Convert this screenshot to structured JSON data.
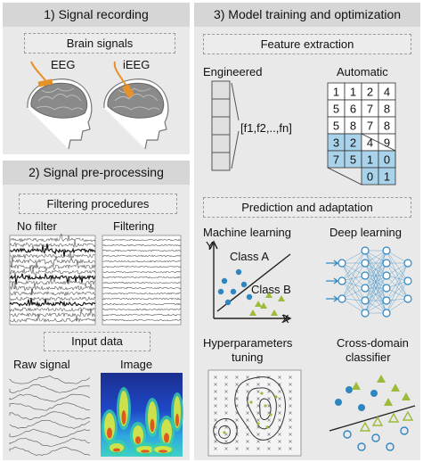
{
  "section1": {
    "title": "1) Signal recording",
    "subtitle": "Brain signals",
    "left_label": "EEG",
    "right_label": "iEEG"
  },
  "section2": {
    "title": "2) Signal pre-processing",
    "filtering_title": "Filtering procedures",
    "no_filter": "No filter",
    "filtering": "Filtering",
    "input_title": "Input data",
    "raw_signal": "Raw signal",
    "image": "Image"
  },
  "section3": {
    "title": "3) Model training and optimization",
    "feature_title": "Feature extraction",
    "engineered": "Engineered",
    "engineered_formula": "[f1,f2,..,fn]",
    "automatic": "Automatic",
    "matrix": [
      [
        "1",
        "1",
        "2",
        "4"
      ],
      [
        "5",
        "6",
        "7",
        "8"
      ],
      [
        "5",
        "8",
        "7",
        "8"
      ],
      [
        "3",
        "2",
        "4",
        "9"
      ],
      [
        "7",
        "5",
        "1",
        "0"
      ]
    ],
    "pooled": [
      [
        "1",
        "0"
      ],
      [
        "0",
        "1"
      ]
    ],
    "prediction_title": "Prediction and adaptation",
    "ml_label": "Machine learning",
    "dl_label": "Deep learning",
    "class_a": "Class A",
    "class_b": "Class B",
    "axis_x": "X",
    "axis_y": "Y",
    "hyper_line1": "Hyperparameters",
    "hyper_line2": "tuning",
    "cross_line1": "Cross-domain",
    "cross_line2": "classifier"
  },
  "colors": {
    "panel_bg": "#e9e9e9",
    "header_bg": "#d6d6d6",
    "class_a": "#2e86c1",
    "class_b": "#9bbb3b",
    "conv_blue": "#a9d3ea",
    "electrode": "#e5922a"
  }
}
